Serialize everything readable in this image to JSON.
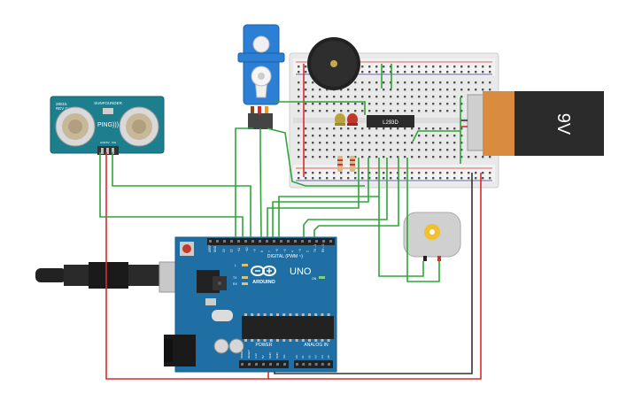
{
  "sensor": {
    "brand": "SUNFOUNDER",
    "model_line1": "28015",
    "model_line2": "REV C",
    "name": "PING)))",
    "pin_labels": [
      "GND",
      "5V",
      "SIG"
    ]
  },
  "driver_chip": {
    "label": "L293D"
  },
  "battery": {
    "label": "9V",
    "color": "#d98c3f"
  },
  "arduino": {
    "digital_header": "DIGITAL (PWM ~)",
    "power_header": "POWER",
    "analog_header": "ANALOG IN",
    "brand": "ARDUINO",
    "model": "UNO",
    "on_label": "ON",
    "tx_label": "TX",
    "rx_label": "RX",
    "l_label": "L",
    "aref_label": "AREF",
    "gnd_label": "GND",
    "digital_pins": [
      "13",
      "12",
      "~11",
      "~10",
      "~9",
      "8",
      "7",
      "~6",
      "~5",
      "4",
      "~3",
      "2",
      "TX→1",
      "RX←0"
    ],
    "power_pins": [
      "IOREF",
      "RESET",
      "3.3V",
      "5V",
      "GND",
      "GND",
      "Vin"
    ],
    "analog_pins": [
      "A0",
      "A1",
      "A2",
      "A3",
      "A4",
      "A5"
    ],
    "board_color": "#1f6fa5"
  },
  "colors": {
    "wire_green": "#2fa53a",
    "wire_red": "#d92b2b",
    "wire_black": "#333333",
    "sensor_board": "#1d7f8e"
  }
}
